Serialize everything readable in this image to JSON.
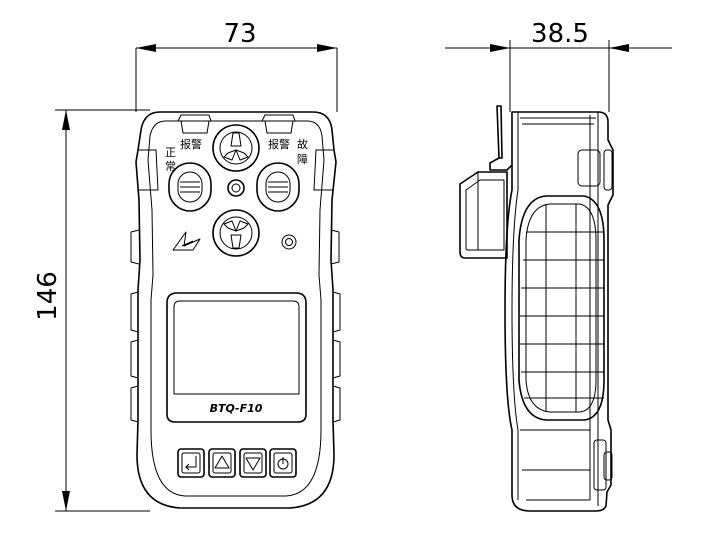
{
  "dimensions": {
    "width": "73",
    "depth": "38.5",
    "height": "146"
  },
  "labels": {
    "alarm_left": "报警",
    "alarm_right": "报警",
    "normal_char1": "正",
    "normal_char2": "常",
    "fault_char1": "故",
    "fault_char2": "障",
    "model": "BTQ-F10"
  }
}
